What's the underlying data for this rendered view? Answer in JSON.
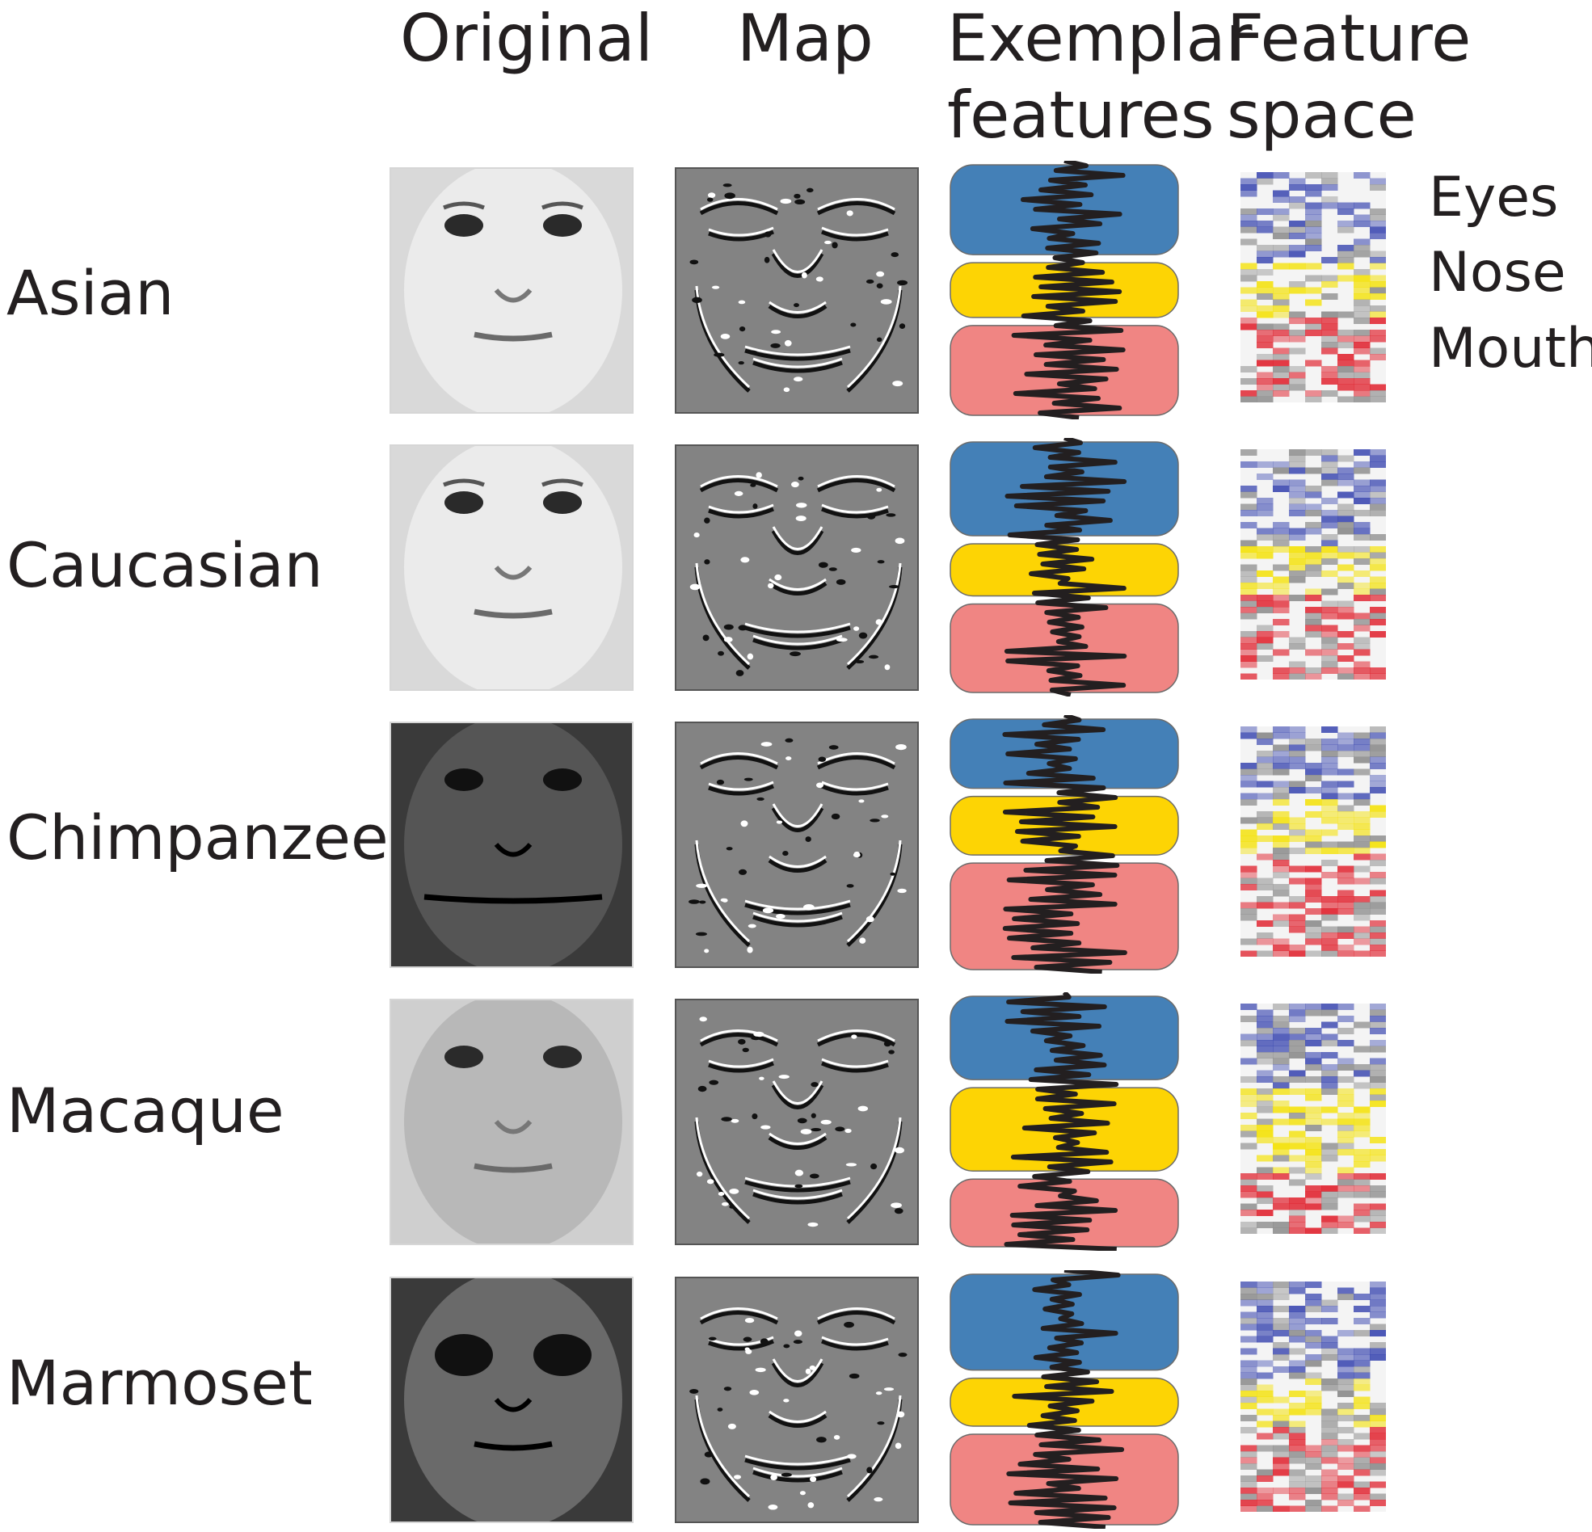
{
  "headers": {
    "original": "Original",
    "map": "Map",
    "exemplar_line1": "Exemplar",
    "exemplar_line2": "features",
    "feature_line1": "Feature",
    "feature_line2": "space"
  },
  "legend": [
    "Eyes",
    "Nose",
    "Mouth"
  ],
  "colors": {
    "eyes": "#4480b7",
    "nose": "#fdd404",
    "mouth": "#f08583",
    "eyes_fs": "#3a47b0",
    "nose_fs": "#f4e100",
    "mouth_fs": "#e0202c",
    "map_bg": "#838383"
  },
  "rows": [
    {
      "label": "Asian",
      "face": "human-light",
      "bands": [
        0.36,
        0.22,
        0.36
      ]
    },
    {
      "label": "Caucasian",
      "face": "human-light",
      "bands": [
        0.36,
        0.2,
        0.34
      ]
    },
    {
      "label": "Chimpanzee",
      "face": "chimp",
      "bands": [
        0.26,
        0.22,
        0.4
      ]
    },
    {
      "label": "Macaque",
      "face": "macaque",
      "bands": [
        0.32,
        0.32,
        0.26
      ]
    },
    {
      "label": "Marmoset",
      "face": "marmoset",
      "bands": [
        0.36,
        0.18,
        0.34
      ]
    }
  ]
}
